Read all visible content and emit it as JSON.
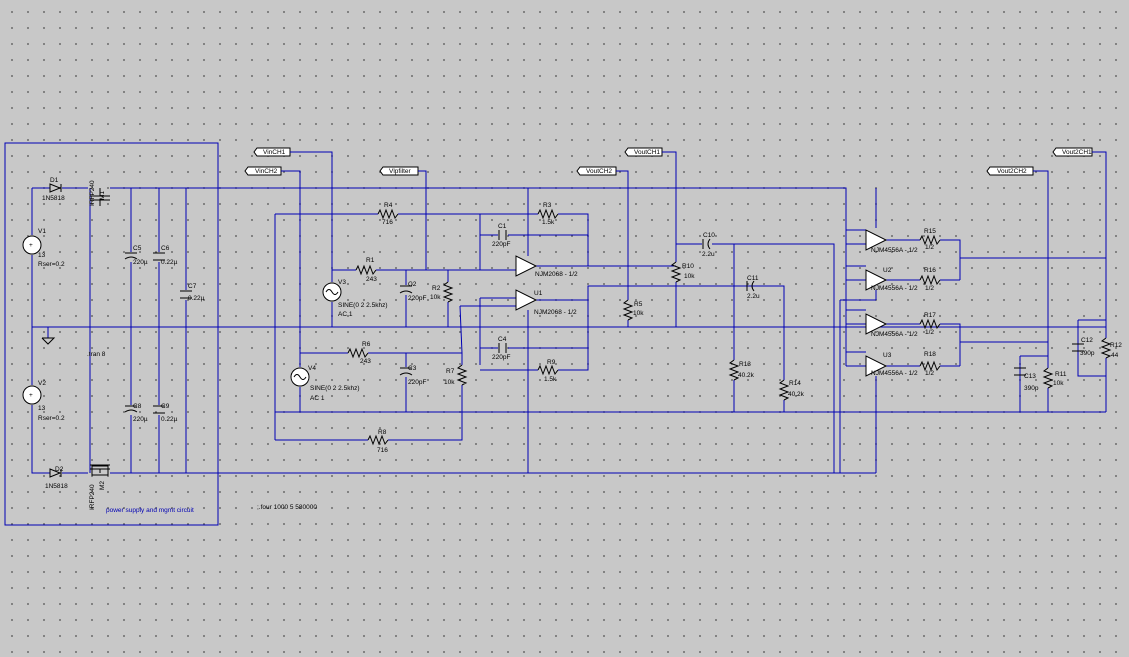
{
  "nets": {
    "vinch1": "VinCH1",
    "vinch2": "VinCH2",
    "vlpfilter": "Vlpfilter",
    "voutch2": "VoutCH2",
    "voutch1": "VoutCH1",
    "vout2ch2": "Vout2CH2",
    "vout2ch1": "Vout2CH1"
  },
  "components": {
    "d1": {
      "ref": "D1",
      "value": "1N5818"
    },
    "d2": {
      "ref": "D2",
      "value": "1N5818"
    },
    "m1": {
      "ref": "M1",
      "value": "IRFP240"
    },
    "m2": {
      "ref": "M2",
      "value": "IRFP240"
    },
    "v1": {
      "ref": "V1",
      "value": "13",
      "extra": "Rser=0.2"
    },
    "v2": {
      "ref": "V2",
      "value": "13",
      "extra": "Rser=0.2"
    },
    "c5": {
      "ref": "C5",
      "value": "220µ"
    },
    "c6": {
      "ref": "C6",
      "value": "0.22µ"
    },
    "c7": {
      "ref": "C7",
      "value": "0.22µ"
    },
    "c8": {
      "ref": "C8",
      "value": "220µ"
    },
    "c9": {
      "ref": "C9",
      "value": "0.22µ"
    },
    "v3": {
      "ref": "V3",
      "value": "SINE(0 2 2.5khz)",
      "extra": "AC 1"
    },
    "v4": {
      "ref": "V4",
      "value": "SINE(0 2 2.5khz)",
      "extra": "AC 1"
    },
    "r1": {
      "ref": "R1",
      "value": "243"
    },
    "r2": {
      "ref": "R2",
      "value": "10k"
    },
    "r3": {
      "ref": "R3",
      "value": "1.5k"
    },
    "r4": {
      "ref": "R4",
      "value": "716"
    },
    "r5": {
      "ref": "R5",
      "value": "10k"
    },
    "r6": {
      "ref": "R6",
      "value": "243"
    },
    "r7": {
      "ref": "R7",
      "value": "10k"
    },
    "r8": {
      "ref": "R8",
      "value": "716"
    },
    "r9": {
      "ref": "R9",
      "value": "1.5k"
    },
    "r10": {
      "ref": "R10",
      "value": "10k"
    },
    "r11": {
      "ref": "R11",
      "value": "10k"
    },
    "r12": {
      "ref": "R12",
      "value": "44"
    },
    "r13": {
      "ref": "R13",
      "value": "40.2k"
    },
    "r14": {
      "ref": "R14",
      "value": "40.2k"
    },
    "r15": {
      "ref": "R15",
      "value": "1/2"
    },
    "r16": {
      "ref": "R16",
      "value": "1/2"
    },
    "r17": {
      "ref": "R17",
      "value": "1/2"
    },
    "r18": {
      "ref": "R18",
      "value": "1/2"
    },
    "c1": {
      "ref": "C1",
      "value": "220pF"
    },
    "c2": {
      "ref": "C2",
      "value": "220pF"
    },
    "c3": {
      "ref": "C3",
      "value": "220pF"
    },
    "c4": {
      "ref": "C4",
      "value": "220pF"
    },
    "c10": {
      "ref": "C10",
      "value": "2.2u"
    },
    "c11": {
      "ref": "C11",
      "value": "2.2u"
    },
    "c12": {
      "ref": "C12",
      "value": "390p"
    },
    "c13": {
      "ref": "C13",
      "value": "390p"
    },
    "u1": {
      "ref": "U1",
      "value": "NJM2068 - 1/2"
    },
    "u_top": {
      "ref": "",
      "value": "NJM2068 - 1/2"
    },
    "u2": {
      "ref": "U2",
      "value": "NJM4556A - 1/2"
    },
    "u_a": {
      "ref": "",
      "value": "NJM4556A - 1/2"
    },
    "u3": {
      "ref": "U3",
      "value": "NJM4556A - 1/2"
    },
    "u_b": {
      "ref": "",
      "value": "NJM4556A - 1/2"
    }
  },
  "directives": {
    "tran": ".tran 8",
    "four": ";.four 1000 5 580000"
  },
  "comments": {
    "psu": "power supply and mgmt circuit"
  },
  "colors": {
    "background": "#c8c8c8",
    "wire": "#0000b4",
    "component": "#000000",
    "grid_dot": "#6e6e6e"
  }
}
